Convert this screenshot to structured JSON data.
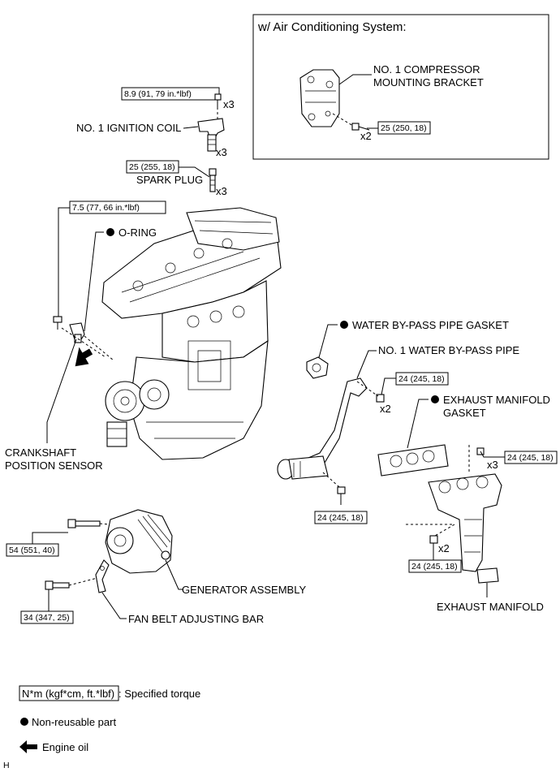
{
  "ac_box": {
    "title": "w/ Air Conditioning System:"
  },
  "labels": {
    "compressor_bracket_l1": "NO. 1 COMPRESSOR",
    "compressor_bracket_l2": "MOUNTING BRACKET",
    "ignition_coil": "NO. 1 IGNITION COIL",
    "spark_plug": "SPARK PLUG",
    "o_ring": "O-RING",
    "crankshaft_l1": "CRANKSHAFT",
    "crankshaft_l2": "POSITION SENSOR",
    "water_gasket": "WATER BY-PASS PIPE GASKET",
    "water_pipe": "NO. 1 WATER BY-PASS PIPE",
    "exhaust_gasket_l1": "EXHAUST MANIFOLD",
    "exhaust_gasket_l2": "GASKET",
    "generator": "GENERATOR ASSEMBLY",
    "fan_belt": "FAN BELT ADJUSTING BAR",
    "exhaust_manifold": "EXHAUST MANIFOLD"
  },
  "torques": {
    "coil": "8.9 (91, 79 in.*lbf)",
    "spark": "25 (255, 18)",
    "crank": "7.5 (77, 66 in.*lbf)",
    "bracket": "25 (250, 18)",
    "pipe_nut": "24 (245, 18)",
    "pipe_bolt": "24 (245, 18)",
    "manifold_stud": "24 (245, 18)",
    "manifold_nut": "24 (245, 18)",
    "gen_top": "54 (551, 40)",
    "gen_bottom": "34 (347, 25)"
  },
  "quantities": {
    "coil_bolt": "x3",
    "coil": "x3",
    "spark": "x3",
    "bracket": "x2",
    "pipe_nut": "x2",
    "manifold_stud": "x3",
    "manifold_nut": "x2"
  },
  "legend": {
    "torque_unit": "N*m (kgf*cm, ft.*lbf)",
    "torque_desc": ": Specified torque",
    "non_reusable": "Non-reusable part",
    "engine_oil": "Engine oil"
  },
  "corner_mark": "H"
}
